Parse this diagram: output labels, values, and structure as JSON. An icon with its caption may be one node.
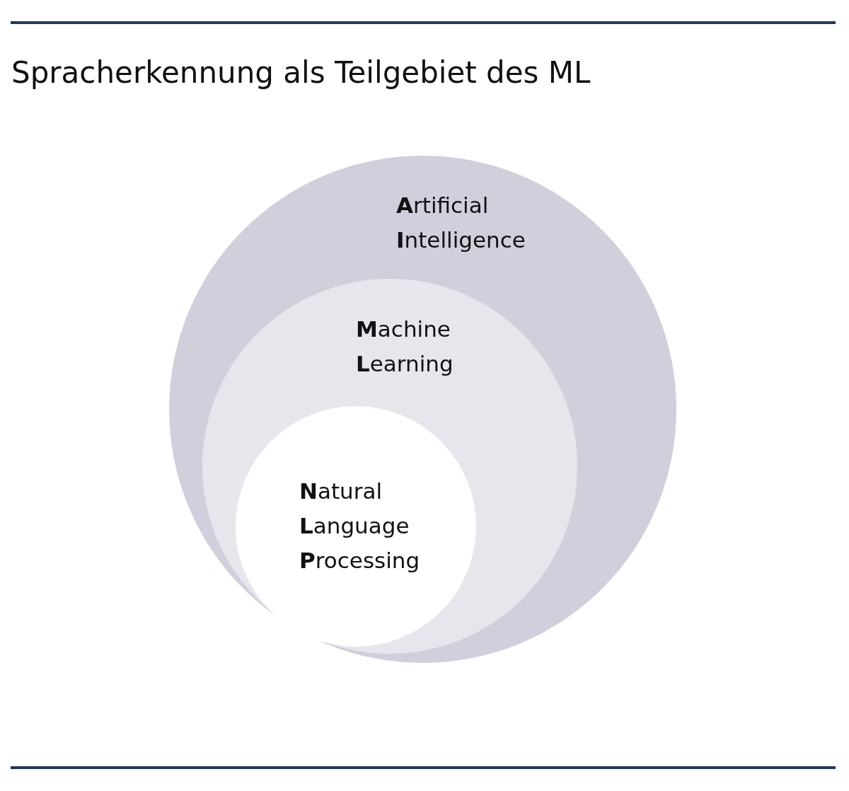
{
  "diagram": {
    "title": "Spracherkennung als Teilgebiet des ML",
    "nodes": [
      {
        "text": [
          "**A**rtificial **I**ntelligence"
        ]
      },
      {
        "text": [
          "**M**achine **L**earning"
        ],
        "in": 0
      },
      {
        "text": [
          "**N**atural **L**anguage **P**rocessing"
        ],
        "in": 1
      }
    ]
  }
}
